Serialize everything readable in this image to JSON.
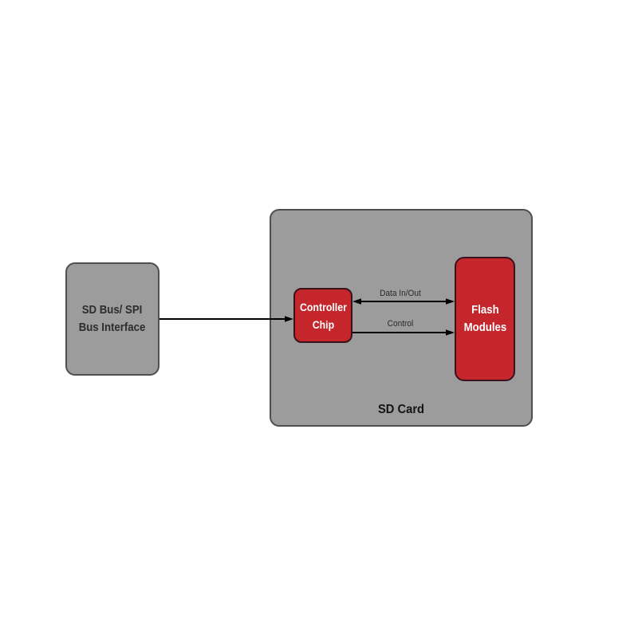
{
  "diagram": {
    "background": "#ffffff",
    "colors": {
      "gray_fill": "#9c9c9c",
      "gray_border": "#4f4f4f",
      "red_fill": "#c5262c",
      "red_border": "#39131a",
      "dark_text": "#2d2d2d",
      "light_text": "#ffffff",
      "arrow": "#000000"
    },
    "nodes": {
      "bus_interface": {
        "line1": "SD Bus/ SPI",
        "line2": "Bus Interface"
      },
      "sd_card": {
        "label": "SD Card"
      },
      "controller_chip": {
        "line1": "Controller",
        "line2": "Chip"
      },
      "flash_modules": {
        "line1": "Flash",
        "line2": "Modules"
      }
    },
    "edges": {
      "bus_to_controller": {
        "label": ""
      },
      "data_in_out": {
        "label": "Data In/Out"
      },
      "control": {
        "label": "Control"
      }
    }
  }
}
